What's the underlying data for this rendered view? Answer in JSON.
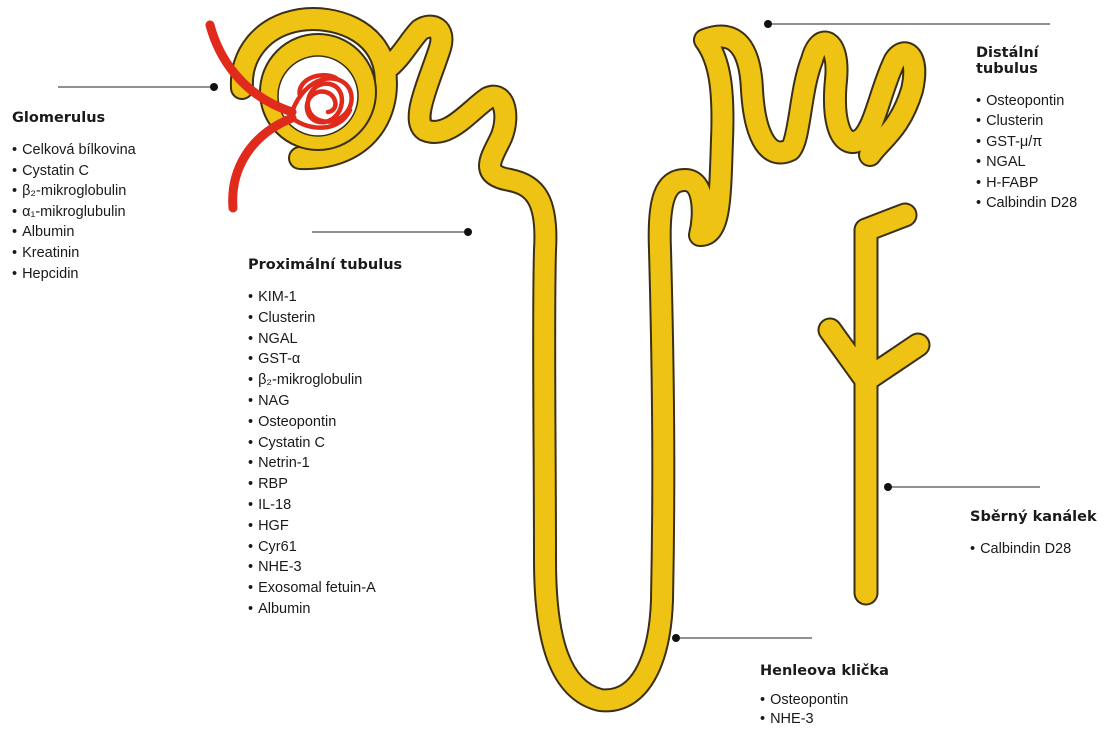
{
  "colors": {
    "tubule": "#EEC313",
    "tubule_outline": "#3b3016",
    "capillary": "#E02A1B",
    "leader": "#222222"
  },
  "segments": {
    "glomerulus": {
      "title": "Glomerulus",
      "markers": [
        "Celková bílkovina",
        "Cystatin C",
        "β₂-mikroglobulin",
        "α₁-mikroglubulin",
        "Albumin",
        "Kreatinin",
        "Hepcidin"
      ]
    },
    "proximal": {
      "title": "Proximální tubulus",
      "markers": [
        "KIM-1",
        "Clusterin",
        "NGAL",
        "GST-α",
        "β₂-mikroglobulin",
        "NAG",
        "Osteopontin",
        "Cystatin C",
        "Netrin-1",
        "RBP",
        "IL-18",
        "HGF",
        "Cyr61",
        "NHE-3",
        "Exosomal fetuin-A",
        "Albumin"
      ]
    },
    "distal": {
      "title": "Distální tubulus",
      "markers": [
        "Osteopontin",
        "Clusterin",
        "GST-μ/π",
        "NGAL",
        "H-FABP",
        "Calbindin D28"
      ]
    },
    "collecting": {
      "title": "Sběrný kanálek",
      "markers": [
        "Calbindin D28"
      ]
    },
    "henle": {
      "title": "Henleova klička",
      "markers": [
        "Osteopontin",
        "NHE-3"
      ]
    }
  }
}
